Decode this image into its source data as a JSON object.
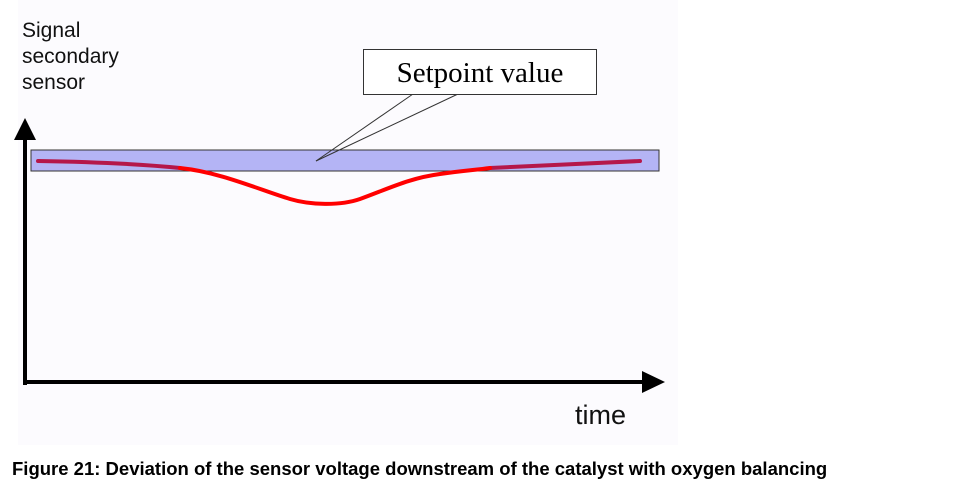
{
  "diagram": {
    "y_axis_label": "Signal\nsecondary\nsensor",
    "x_axis_label": "time",
    "callout_label": "Setpoint value",
    "caption": "Figure 21: Deviation of the sensor voltage downstream of the catalyst with oxygen balancing",
    "colors": {
      "setpoint_band_fill": "#b4b4f5",
      "setpoint_band_stroke": "#333333",
      "signal_curve": "#ff0000",
      "signal_curve_on_band": "#b5174a",
      "axes": "#000000"
    }
  }
}
